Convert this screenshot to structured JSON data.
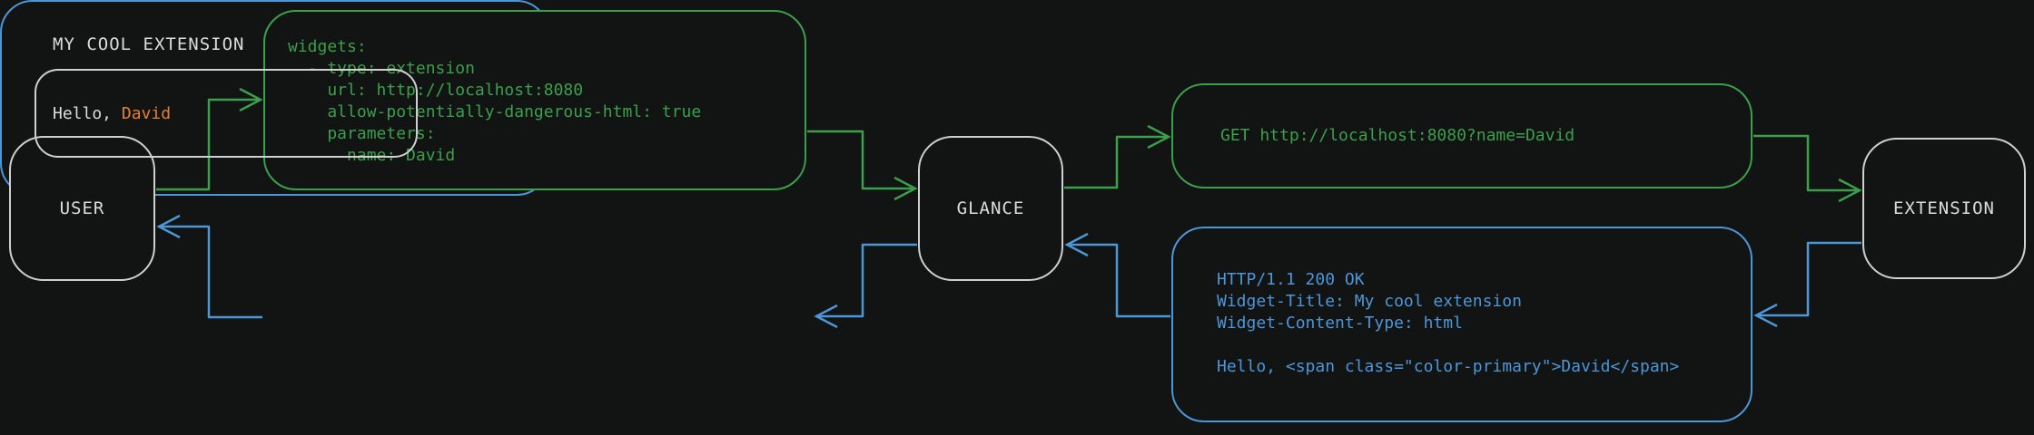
{
  "colors": {
    "background": "#121313",
    "request_flow_green": "#3aa04b",
    "response_flow_blue": "#4d96d8",
    "node_border_gray": "#d0d0d0",
    "text_light": "#dcdcdc",
    "primary_orange": "#e8802e"
  },
  "nodes": {
    "user": {
      "label": "USER"
    },
    "glance": {
      "label": "GLANCE"
    },
    "extension": {
      "label": "EXTENSION"
    }
  },
  "config_box": {
    "code": "widgets:\n  - type: extension\n    url: http://localhost:8080\n    allow-potentially-dangerous-html: true\n    parameters:\n      name: David"
  },
  "request_box": {
    "code": "GET http://localhost:8080?name=David"
  },
  "response_box": {
    "code": "HTTP/1.1 200 OK\nWidget-Title: My cool extension\nWidget-Content-Type: html\n\nHello, <span class=\"color-primary\">David</span>"
  },
  "widget_box": {
    "title": "MY COOL EXTENSION",
    "greeting_prefix": "Hello, ",
    "greeting_name": "David"
  }
}
